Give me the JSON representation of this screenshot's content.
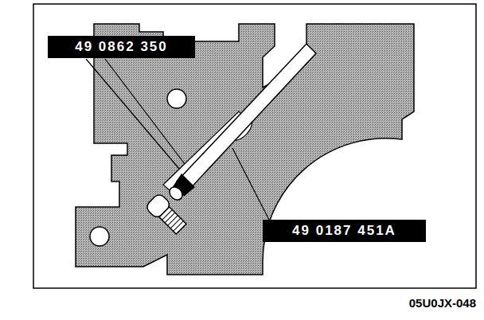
{
  "diagram": {
    "nodes": [
      {
        "text": [
          "49 0862 350"
        ]
      },
      {
        "text": [
          "49 0187 451A"
        ]
      }
    ],
    "labels": [
      "05U0JX-048"
    ]
  }
}
